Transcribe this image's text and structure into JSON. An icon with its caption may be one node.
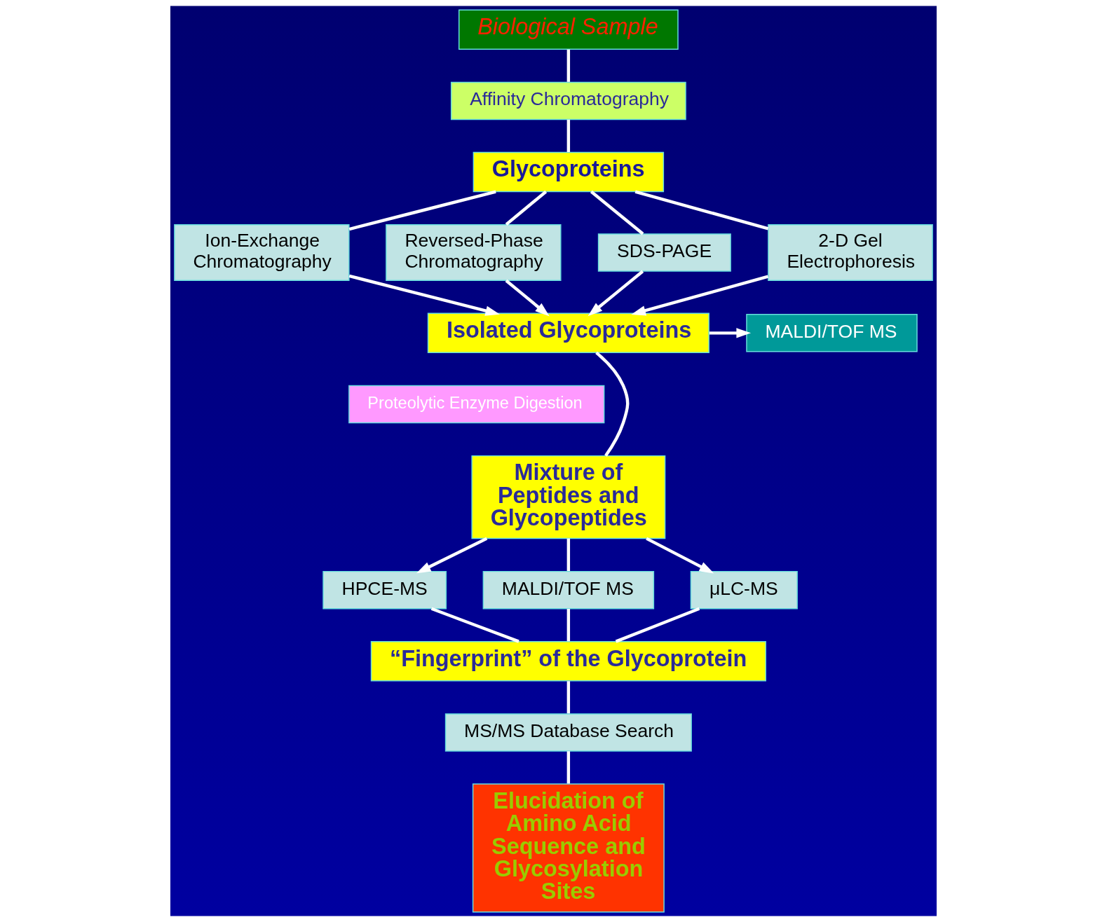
{
  "diagram": {
    "nodes": [
      {
        "text": [
          "Biological Sample"
        ]
      },
      {
        "text": [
          "Affinity Chromatography"
        ]
      },
      {
        "text": [
          "Glycoproteins"
        ]
      },
      {
        "text": [
          "Ion-Exchange Chromatography"
        ]
      },
      {
        "text": [
          "Reversed-Phase Chromatography"
        ]
      },
      {
        "text": [
          "SDS-PAGE"
        ]
      },
      {
        "text": [
          "2-D Gel Electrophoresis"
        ]
      },
      {
        "text": [
          "Isolated Glycoproteins"
        ]
      },
      {
        "text": [
          "MALDI/TOF MS"
        ]
      },
      {
        "text": [
          "Proteolytic Enzyme Digestion"
        ]
      },
      {
        "text": [
          "Mixture of Peptides and Glycopeptides"
        ]
      },
      {
        "text": [
          "HPCE-MS"
        ]
      },
      {
        "text": [
          "MALDI/TOF MS"
        ]
      },
      {
        "text": [
          "μLC-MS"
        ]
      },
      {
        "text": [
          "“Fingerprint” of the Glycoprotein"
        ]
      },
      {
        "text": [
          "MS/MS Database Search"
        ]
      },
      {
        "text": [
          "Elucidation of Amino Acid Sequence and Glycosylation Sites"
        ]
      }
    ],
    "edges": [
      {
        "from": 0,
        "to": 1,
        "arrow": "none"
      },
      {
        "from": 1,
        "to": 2,
        "arrow": "none"
      },
      {
        "from": 2,
        "to": 3,
        "arrow": "none"
      },
      {
        "from": 2,
        "to": 4,
        "arrow": "none"
      },
      {
        "from": 2,
        "to": 5,
        "arrow": "none"
      },
      {
        "from": 2,
        "to": 6,
        "arrow": "none"
      },
      {
        "from": 3,
        "to": 7,
        "arrow": "to"
      },
      {
        "from": 4,
        "to": 7,
        "arrow": "to"
      },
      {
        "from": 5,
        "to": 7,
        "arrow": "to"
      },
      {
        "from": 6,
        "to": 7,
        "arrow": "to"
      },
      {
        "from": 7,
        "to": 8,
        "arrow": "to"
      },
      {
        "from": 7,
        "to": 10,
        "arrow": "none"
      },
      {
        "from": 10,
        "to": 11,
        "arrow": "to"
      },
      {
        "from": 10,
        "to": 12,
        "arrow": "none"
      },
      {
        "from": 10,
        "to": 13,
        "arrow": "to"
      },
      {
        "from": 11,
        "to": 14,
        "arrow": "none"
      },
      {
        "from": 12,
        "to": 14,
        "arrow": "none"
      },
      {
        "from": 13,
        "to": 14,
        "arrow": "none"
      },
      {
        "from": 14,
        "to": 15,
        "arrow": "none"
      },
      {
        "from": 15,
        "to": 16,
        "arrow": "none"
      }
    ]
  }
}
